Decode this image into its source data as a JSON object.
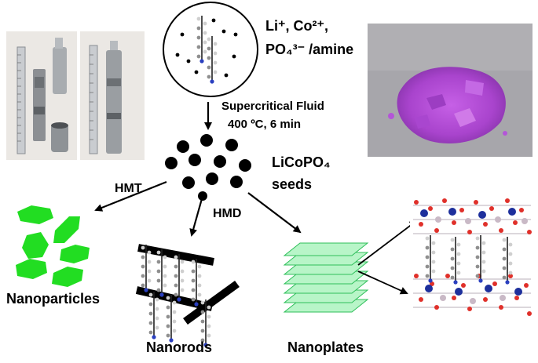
{
  "precursors": {
    "ions_line1": "Li⁺, Co²⁺,",
    "ions_line2": "PO₄³⁻ /amine"
  },
  "process": {
    "line1": "Supercritical Fluid",
    "line2": "400 ºC, 6 min"
  },
  "seeds": {
    "line1": "LiCoPO₄",
    "line2": "seeds"
  },
  "routes": {
    "hmt": "HMT",
    "hmd": "HMD"
  },
  "products": {
    "nanoparticles": "Nanoparticles",
    "nanorods": "Nanorods",
    "nanoplates": "Nanoplates"
  },
  "colors": {
    "nanoparticle_green": "#22dd22",
    "nanoplate_green": "#b8f5c8",
    "powder_purple": "#b64ed8",
    "atom_red": "#e0302a",
    "atom_blue": "#1d2f9c"
  }
}
